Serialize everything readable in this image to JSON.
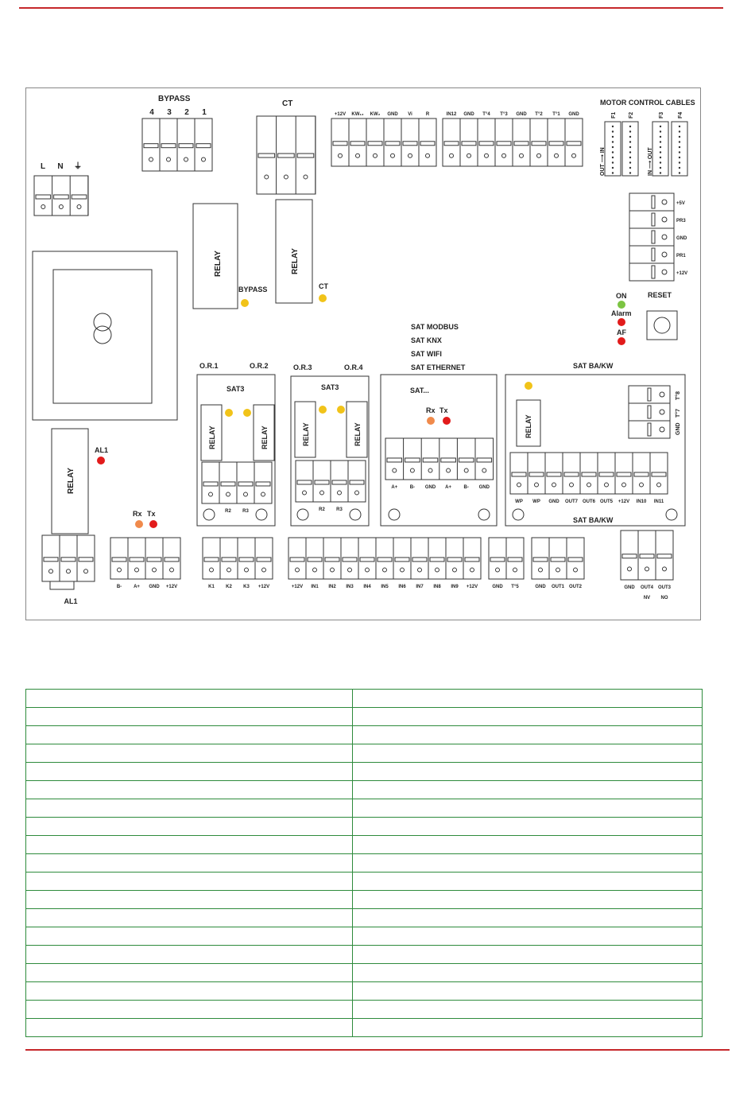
{
  "diagram": {
    "bypass": {
      "title": "BYPASS",
      "nums": [
        "4",
        "3",
        "2",
        "1"
      ]
    },
    "ct": {
      "title": "CT"
    },
    "power": {
      "labels": [
        "L",
        "N",
        "⏚"
      ]
    },
    "top_terminals_1": [
      "+12V",
      "KW₁₂",
      "KW₂",
      "GND",
      "Vi",
      "R"
    ],
    "top_terminals_2": [
      "IN12",
      "GND",
      "T°4",
      "T°3",
      "GND",
      "T°2",
      "T°1",
      "GND"
    ],
    "motor_cables": {
      "title": "MOTOR CONTROL CABLES",
      "connectors": [
        "F1",
        "F2",
        "F3",
        "F4"
      ],
      "dir_left": "OUT ⟶ IN",
      "dir_right": "IN ⟶ OUT"
    },
    "pwr_terms": [
      "+5V",
      "PR3",
      "GND",
      "PR1",
      "+12V"
    ],
    "relay_label": "RELAY",
    "bypass_led": "BYPASS",
    "ct_led": "CT",
    "status": {
      "on": "ON",
      "alarm": "Alarm",
      "af": "AF",
      "reset": "RESET"
    },
    "sat_list": [
      "SAT MODBUS",
      "SAT KNX",
      "SAT WIFI",
      "SAT ETHERNET"
    ],
    "sat_dots": "SAT...",
    "sat3_a": {
      "or1": "O.R.1",
      "or2": "O.R.2",
      "title": "SAT3",
      "terms": [
        "",
        "R2",
        "R3",
        ""
      ]
    },
    "sat3_b": {
      "or3": "O.R.3",
      "or4": "O.R.4",
      "title": "SAT3",
      "terms": [
        "",
        "R2",
        "R3",
        ""
      ]
    },
    "sat_mid_terms": [
      "A+",
      "B-",
      "GND",
      "A+",
      "B-",
      "GND"
    ],
    "rx": "Rx",
    "tx": "Tx",
    "ba_kw": {
      "title": "SAT BA/KW",
      "bottom": "SAT BA/KW",
      "side": [
        "T°8",
        "T°7",
        "GND"
      ],
      "terms": [
        "WP",
        "WP",
        "GND",
        "OUT7",
        "OUT6",
        "OUT5",
        "+12V",
        "IN10",
        "IN11"
      ]
    },
    "al1": "AL1",
    "b_terms_1": [
      "B-",
      "A+",
      "GND",
      "+12V"
    ],
    "b_terms_2": [
      "K1",
      "K2",
      "K3",
      "+12V"
    ],
    "b_terms_3": [
      "+12V",
      "IN1",
      "IN2",
      "IN3",
      "IN4",
      "IN5",
      "IN6",
      "IN7",
      "IN8",
      "IN9",
      "+12V"
    ],
    "b_terms_4": [
      "GND",
      "T°5"
    ],
    "b_terms_5": [
      "GND",
      "OUT1",
      "OUT2"
    ],
    "b_terms_6": [
      "GND",
      "OUT4",
      "OUT3"
    ],
    "b_terms_6_sub": [
      "NV",
      "NO"
    ]
  },
  "table": {
    "rows": 19
  }
}
